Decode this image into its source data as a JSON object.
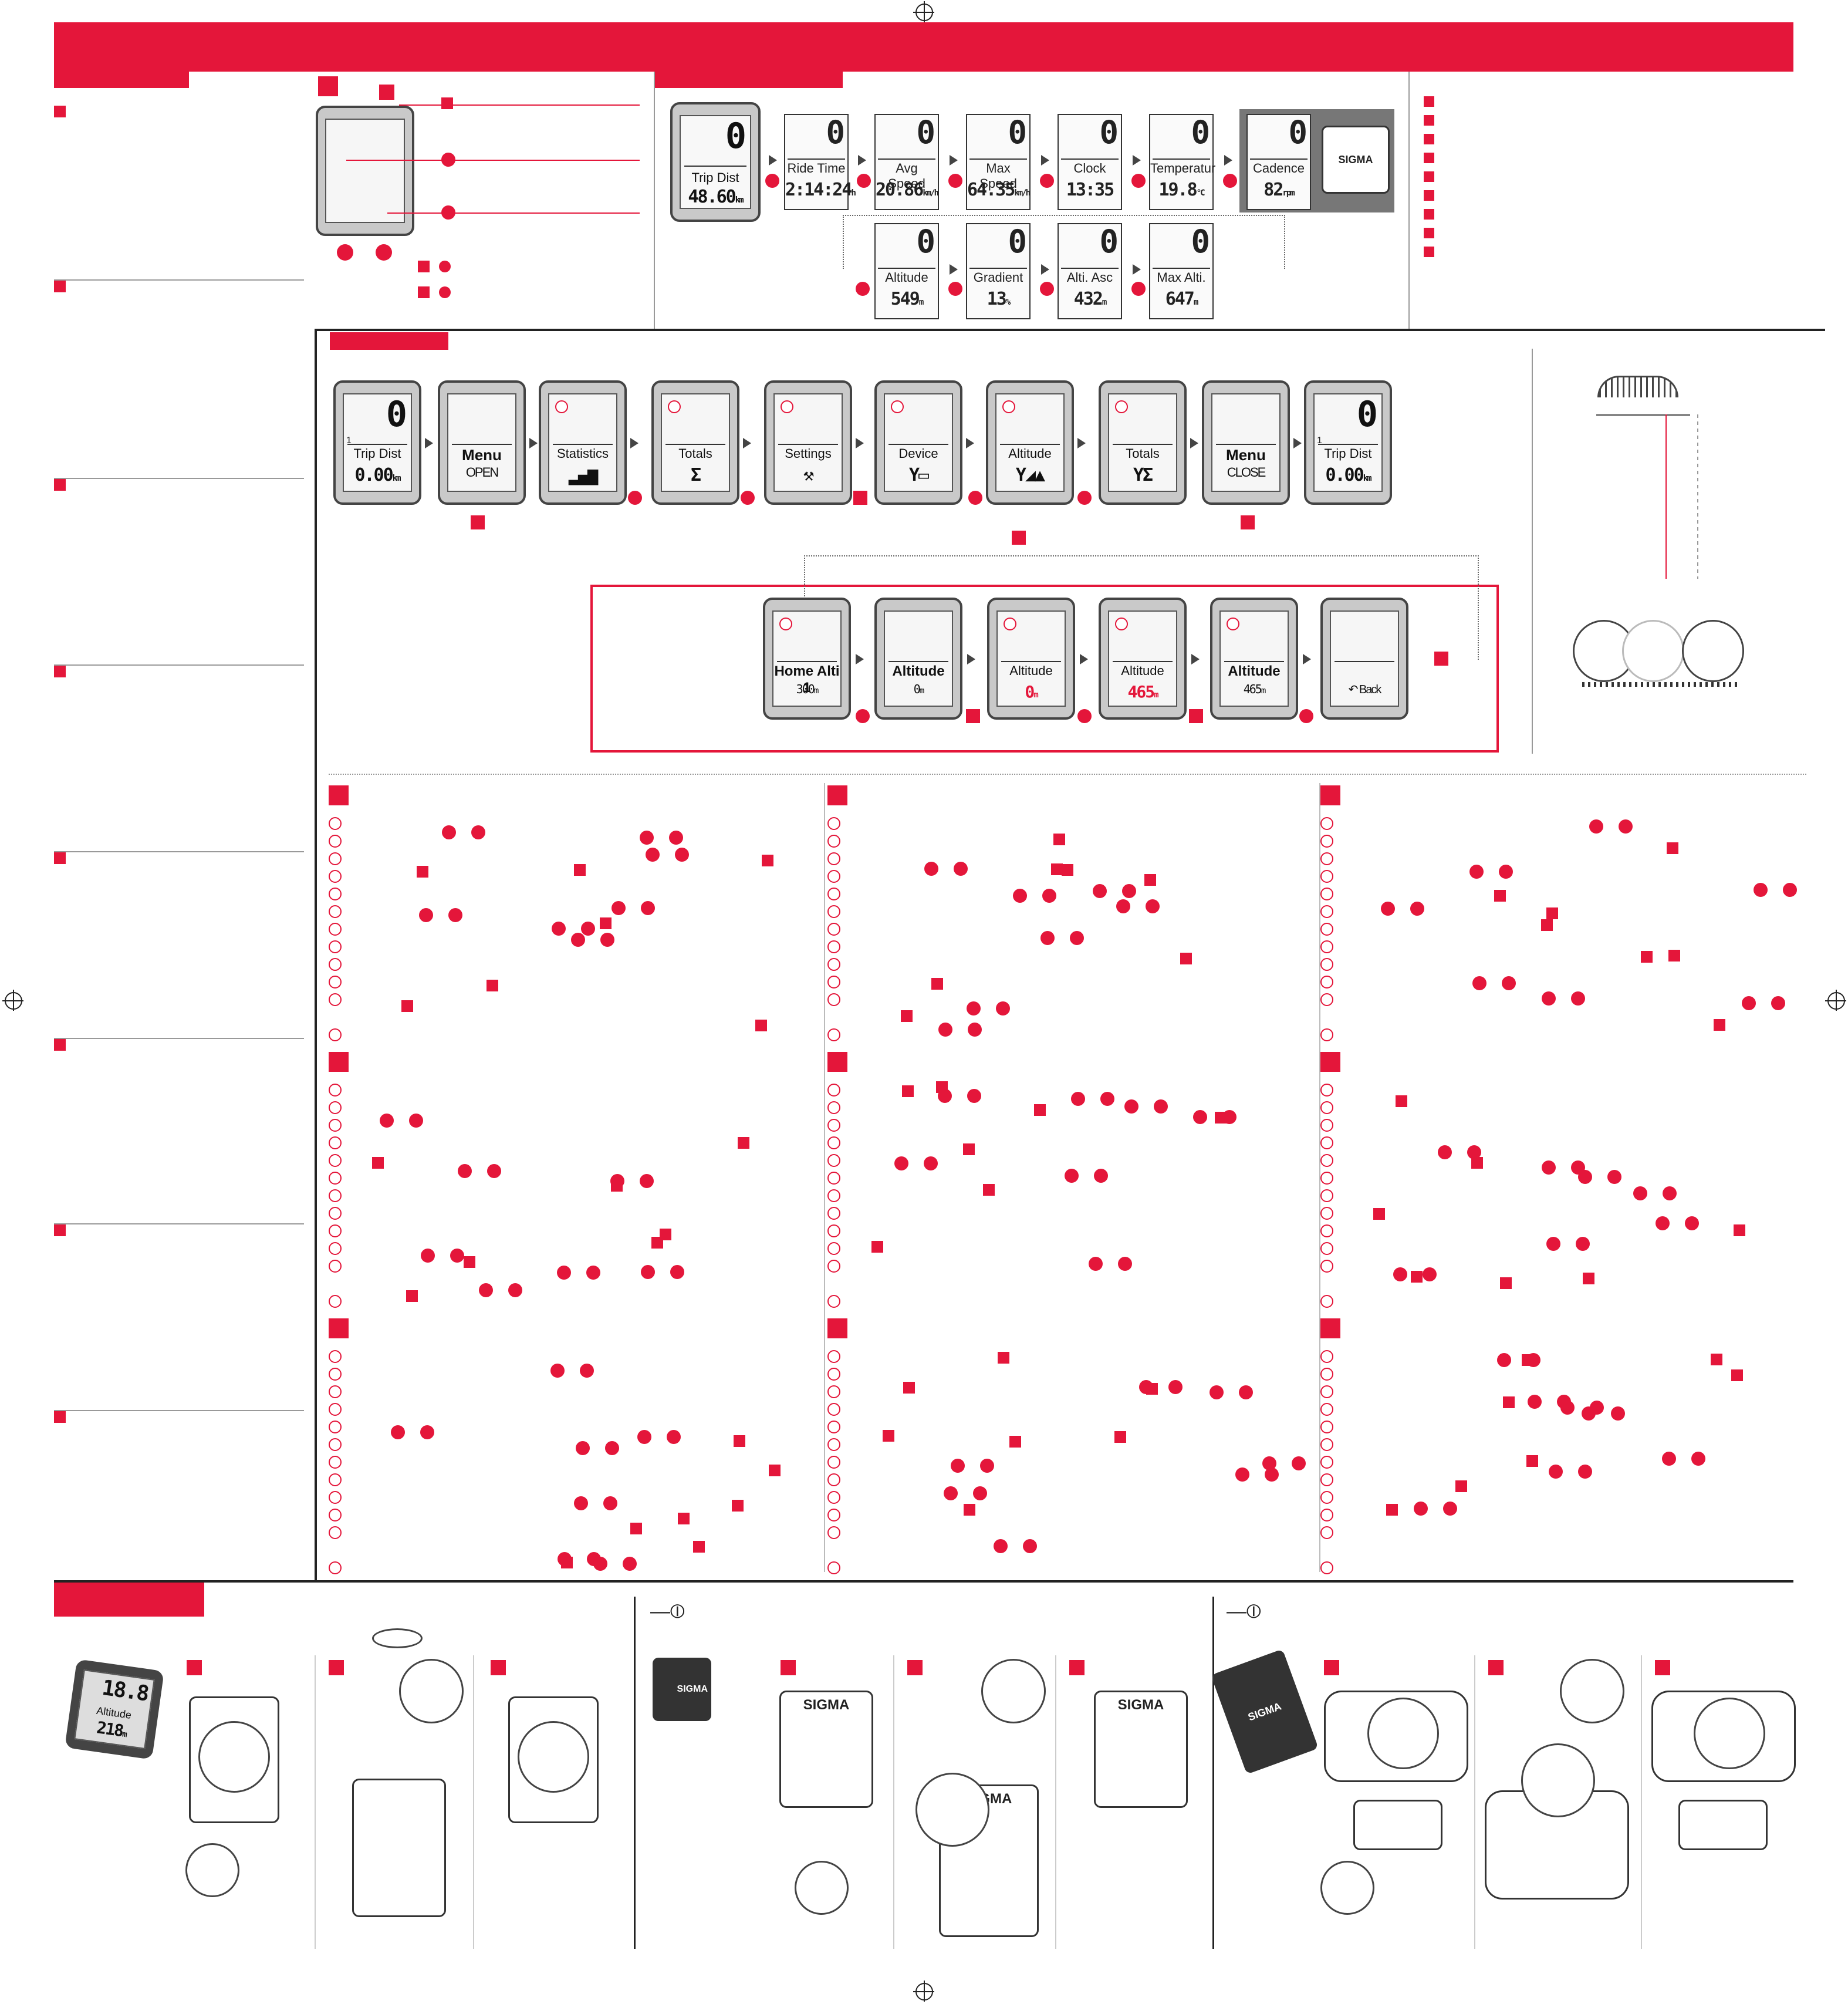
{
  "brand": "SIGMA",
  "brand_color": "#e4163a",
  "overview_displays": [
    {
      "label": "Trip Dist",
      "value": "48.60",
      "unit": "km"
    },
    {
      "label": "Ride Time",
      "value": "2:14:24",
      "unit": "h"
    },
    {
      "label": "Avg Speed",
      "value": "20.86",
      "unit": "km/h"
    },
    {
      "label": "Max Speed",
      "value": "64.35",
      "unit": "km/h"
    },
    {
      "label": "Clock",
      "value": "13:35",
      "unit": ""
    },
    {
      "label": "Temperatur",
      "value": "19.8",
      "unit": "°C"
    },
    {
      "label": "Cadence",
      "value": "82",
      "unit": "rpm"
    }
  ],
  "overview_displays_row2": [
    {
      "label": "Altitude",
      "value": "549",
      "unit": "m"
    },
    {
      "label": "Gradient",
      "value": "13",
      "unit": "%"
    },
    {
      "label": "Alti. Asc",
      "value": "432",
      "unit": "m"
    },
    {
      "label": "Max Alti.",
      "value": "647",
      "unit": "m"
    }
  ],
  "big_digit": "0",
  "menu_row": [
    {
      "label": "Trip Dist",
      "value": "0.00",
      "unit": "km",
      "icon": "digits"
    },
    {
      "label": "Menu",
      "value": "OPEN",
      "icon": "none"
    },
    {
      "label": "Statistics",
      "value": "",
      "icon": "bar-chart-icon"
    },
    {
      "label": "Totals",
      "value": "",
      "icon": "sigma-icon"
    },
    {
      "label": "Settings",
      "value": "",
      "icon": "wrench-icon"
    },
    {
      "label": "Device",
      "value": "",
      "icon": "device-icon"
    },
    {
      "label": "Altitude",
      "value": "",
      "icon": "altitude-icon"
    },
    {
      "label": "Totals",
      "value": "",
      "icon": "totals-sigma-icon"
    },
    {
      "label": "Menu",
      "value": "CLOSE",
      "icon": "none"
    },
    {
      "label": "Trip Dist",
      "value": "0.00",
      "unit": "km",
      "icon": "digits"
    }
  ],
  "altitude_row": [
    {
      "label": "Home Alti 1",
      "value": "300",
      "unit": "m"
    },
    {
      "label": "Altitude",
      "value": "0",
      "unit": "m"
    },
    {
      "label": "Altitude",
      "value": "0",
      "unit": "m",
      "highlight": true
    },
    {
      "label": "Altitude",
      "value": "465",
      "unit": "m",
      "highlight": true
    },
    {
      "label": "Altitude",
      "value": "465",
      "unit": "m"
    },
    {
      "label": "Back",
      "value": "",
      "icon": "back-arrow-icon"
    }
  ],
  "small_num_one": "1",
  "lower_device": {
    "top": "18.8",
    "label": "Altitude",
    "value": "218",
    "unit": "m"
  },
  "sensor_brand": "SIGMA"
}
